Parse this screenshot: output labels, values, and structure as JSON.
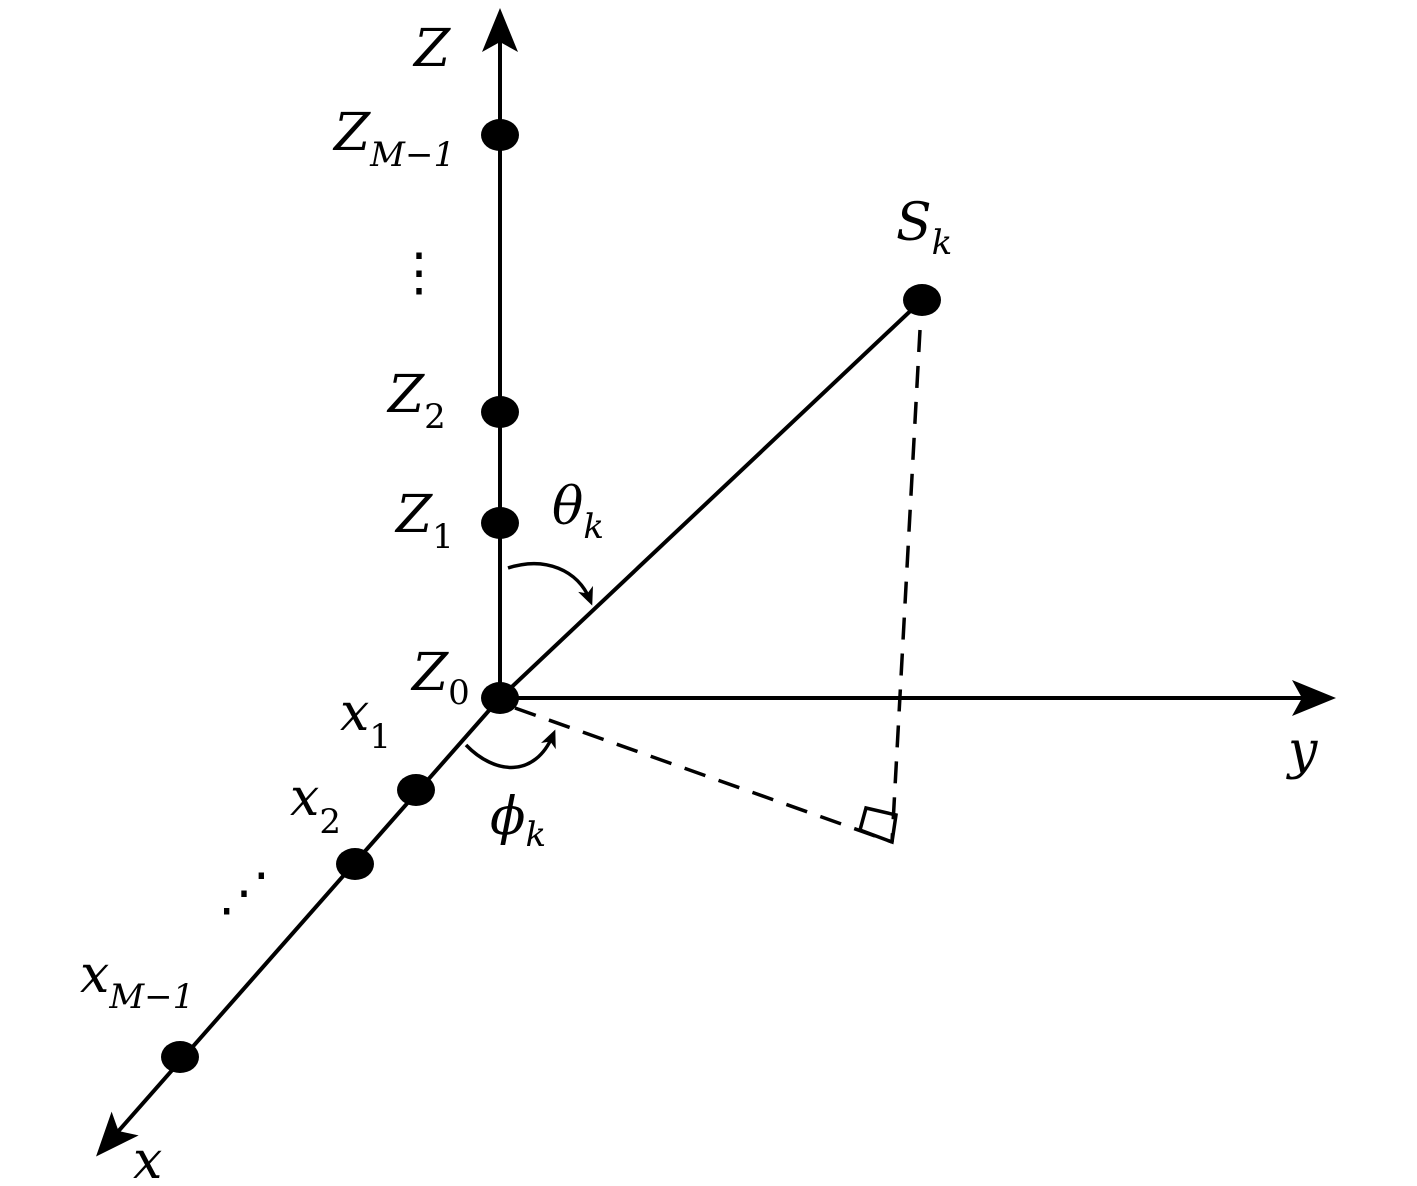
{
  "axes": {
    "z": "Z",
    "y": "y",
    "x": "x"
  },
  "z_elements": [
    {
      "base": "Z",
      "sub": "0"
    },
    {
      "base": "Z",
      "sub": "1"
    },
    {
      "base": "Z",
      "sub": "2"
    },
    {
      "base": "Z",
      "sub": "M−1"
    }
  ],
  "x_elements": [
    {
      "base": "x",
      "sub": "1"
    },
    {
      "base": "x",
      "sub": "2"
    },
    {
      "base": "x",
      "sub": "M−1"
    }
  ],
  "source": {
    "base": "S",
    "sub": "k"
  },
  "angles": {
    "elevation": {
      "base": "θ",
      "sub": "k"
    },
    "azimuth": {
      "base": "ϕ",
      "sub": "k"
    }
  },
  "ellipsis": {
    "vertical": "⋮",
    "diagonal": "⋰"
  }
}
